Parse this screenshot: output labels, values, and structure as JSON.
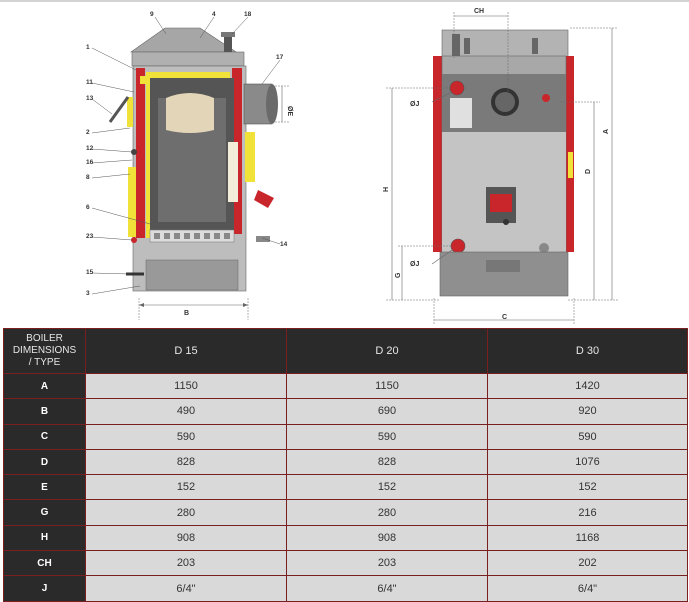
{
  "drawing": {
    "callouts": [
      "9",
      "4",
      "18",
      "1",
      "17",
      "11",
      "13",
      "2",
      "12",
      "16",
      "8",
      "6",
      "23",
      "14",
      "15",
      "3"
    ],
    "dims_left": {
      "B": "B",
      "E": "ØE"
    },
    "dims_right": {
      "CH": "CH",
      "J_top": "ØJ",
      "J_bottom": "ØJ",
      "H": "H",
      "G": "G",
      "D": "D",
      "A": "A",
      "C": "C"
    }
  },
  "table": {
    "header": [
      "BOILER\nDIMENSIONS\n/ TYPE",
      "D 15",
      "D 20",
      "D 30"
    ],
    "rows": [
      {
        "label": "A",
        "values": [
          "1150",
          "1150",
          "1420"
        ]
      },
      {
        "label": "B",
        "values": [
          "490",
          "690",
          "920"
        ]
      },
      {
        "label": "C",
        "values": [
          "590",
          "590",
          "590"
        ]
      },
      {
        "label": "D",
        "values": [
          "828",
          "828",
          "1076"
        ]
      },
      {
        "label": "E",
        "values": [
          "152",
          "152",
          "152"
        ]
      },
      {
        "label": "G",
        "values": [
          "280",
          "280",
          "216"
        ]
      },
      {
        "label": "H",
        "values": [
          "908",
          "908",
          "1168"
        ]
      },
      {
        "label": "CH",
        "values": [
          "203",
          "203",
          "202"
        ]
      },
      {
        "label": "J",
        "values": [
          "6/4\"",
          "6/4\"",
          "6/4\""
        ]
      }
    ]
  }
}
